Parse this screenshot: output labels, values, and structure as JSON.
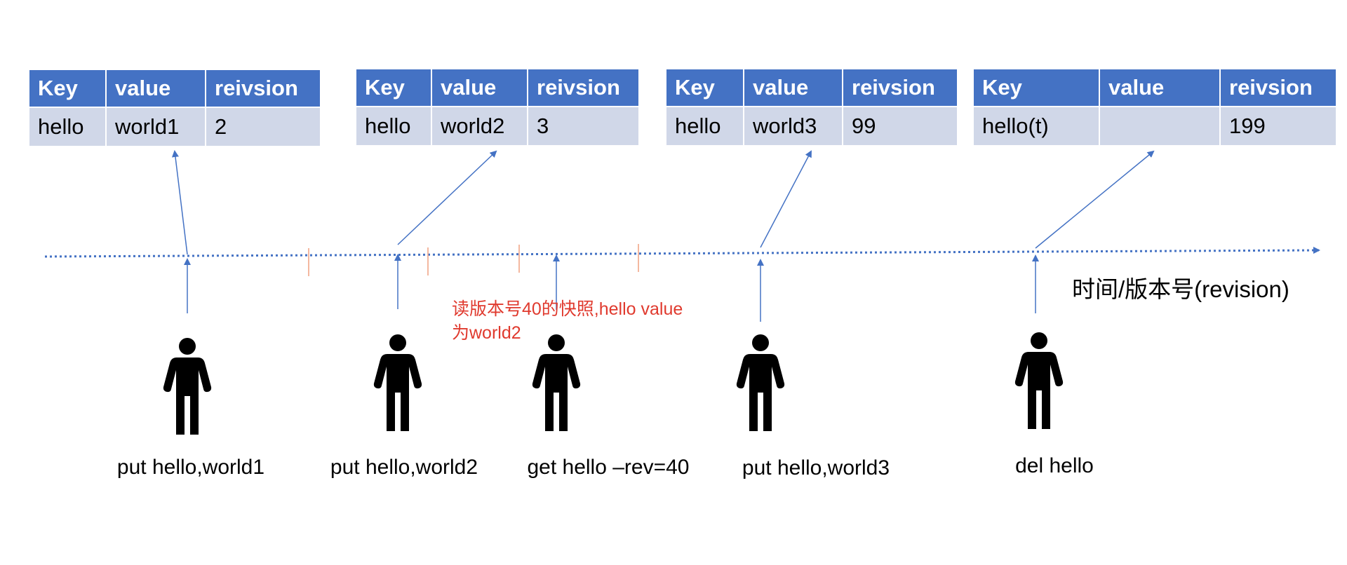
{
  "table_headers": [
    "Key",
    "value",
    "reivsion"
  ],
  "tables": [
    {
      "key": "hello",
      "value": "world1",
      "revision": "2"
    },
    {
      "key": "hello",
      "value": "world2",
      "revision": "3"
    },
    {
      "key": "hello",
      "value": "world3",
      "revision": "99"
    },
    {
      "key": "hello(t)",
      "value": "",
      "revision": "199"
    }
  ],
  "operations": [
    "put hello,world1",
    "put hello,world2",
    "get hello –rev=40",
    "put hello,world3",
    "del hello"
  ],
  "axis_label": "时间/版本号(revision)",
  "note": {
    "line1": "读版本号40的快照,hello value",
    "line2": "为world2"
  },
  "colors": {
    "header_fill": "#4472c4",
    "row_fill": "#d0d7e8",
    "arrow": "#4472c4",
    "note_text": "#e03a2e",
    "tick": "#f0a080"
  }
}
